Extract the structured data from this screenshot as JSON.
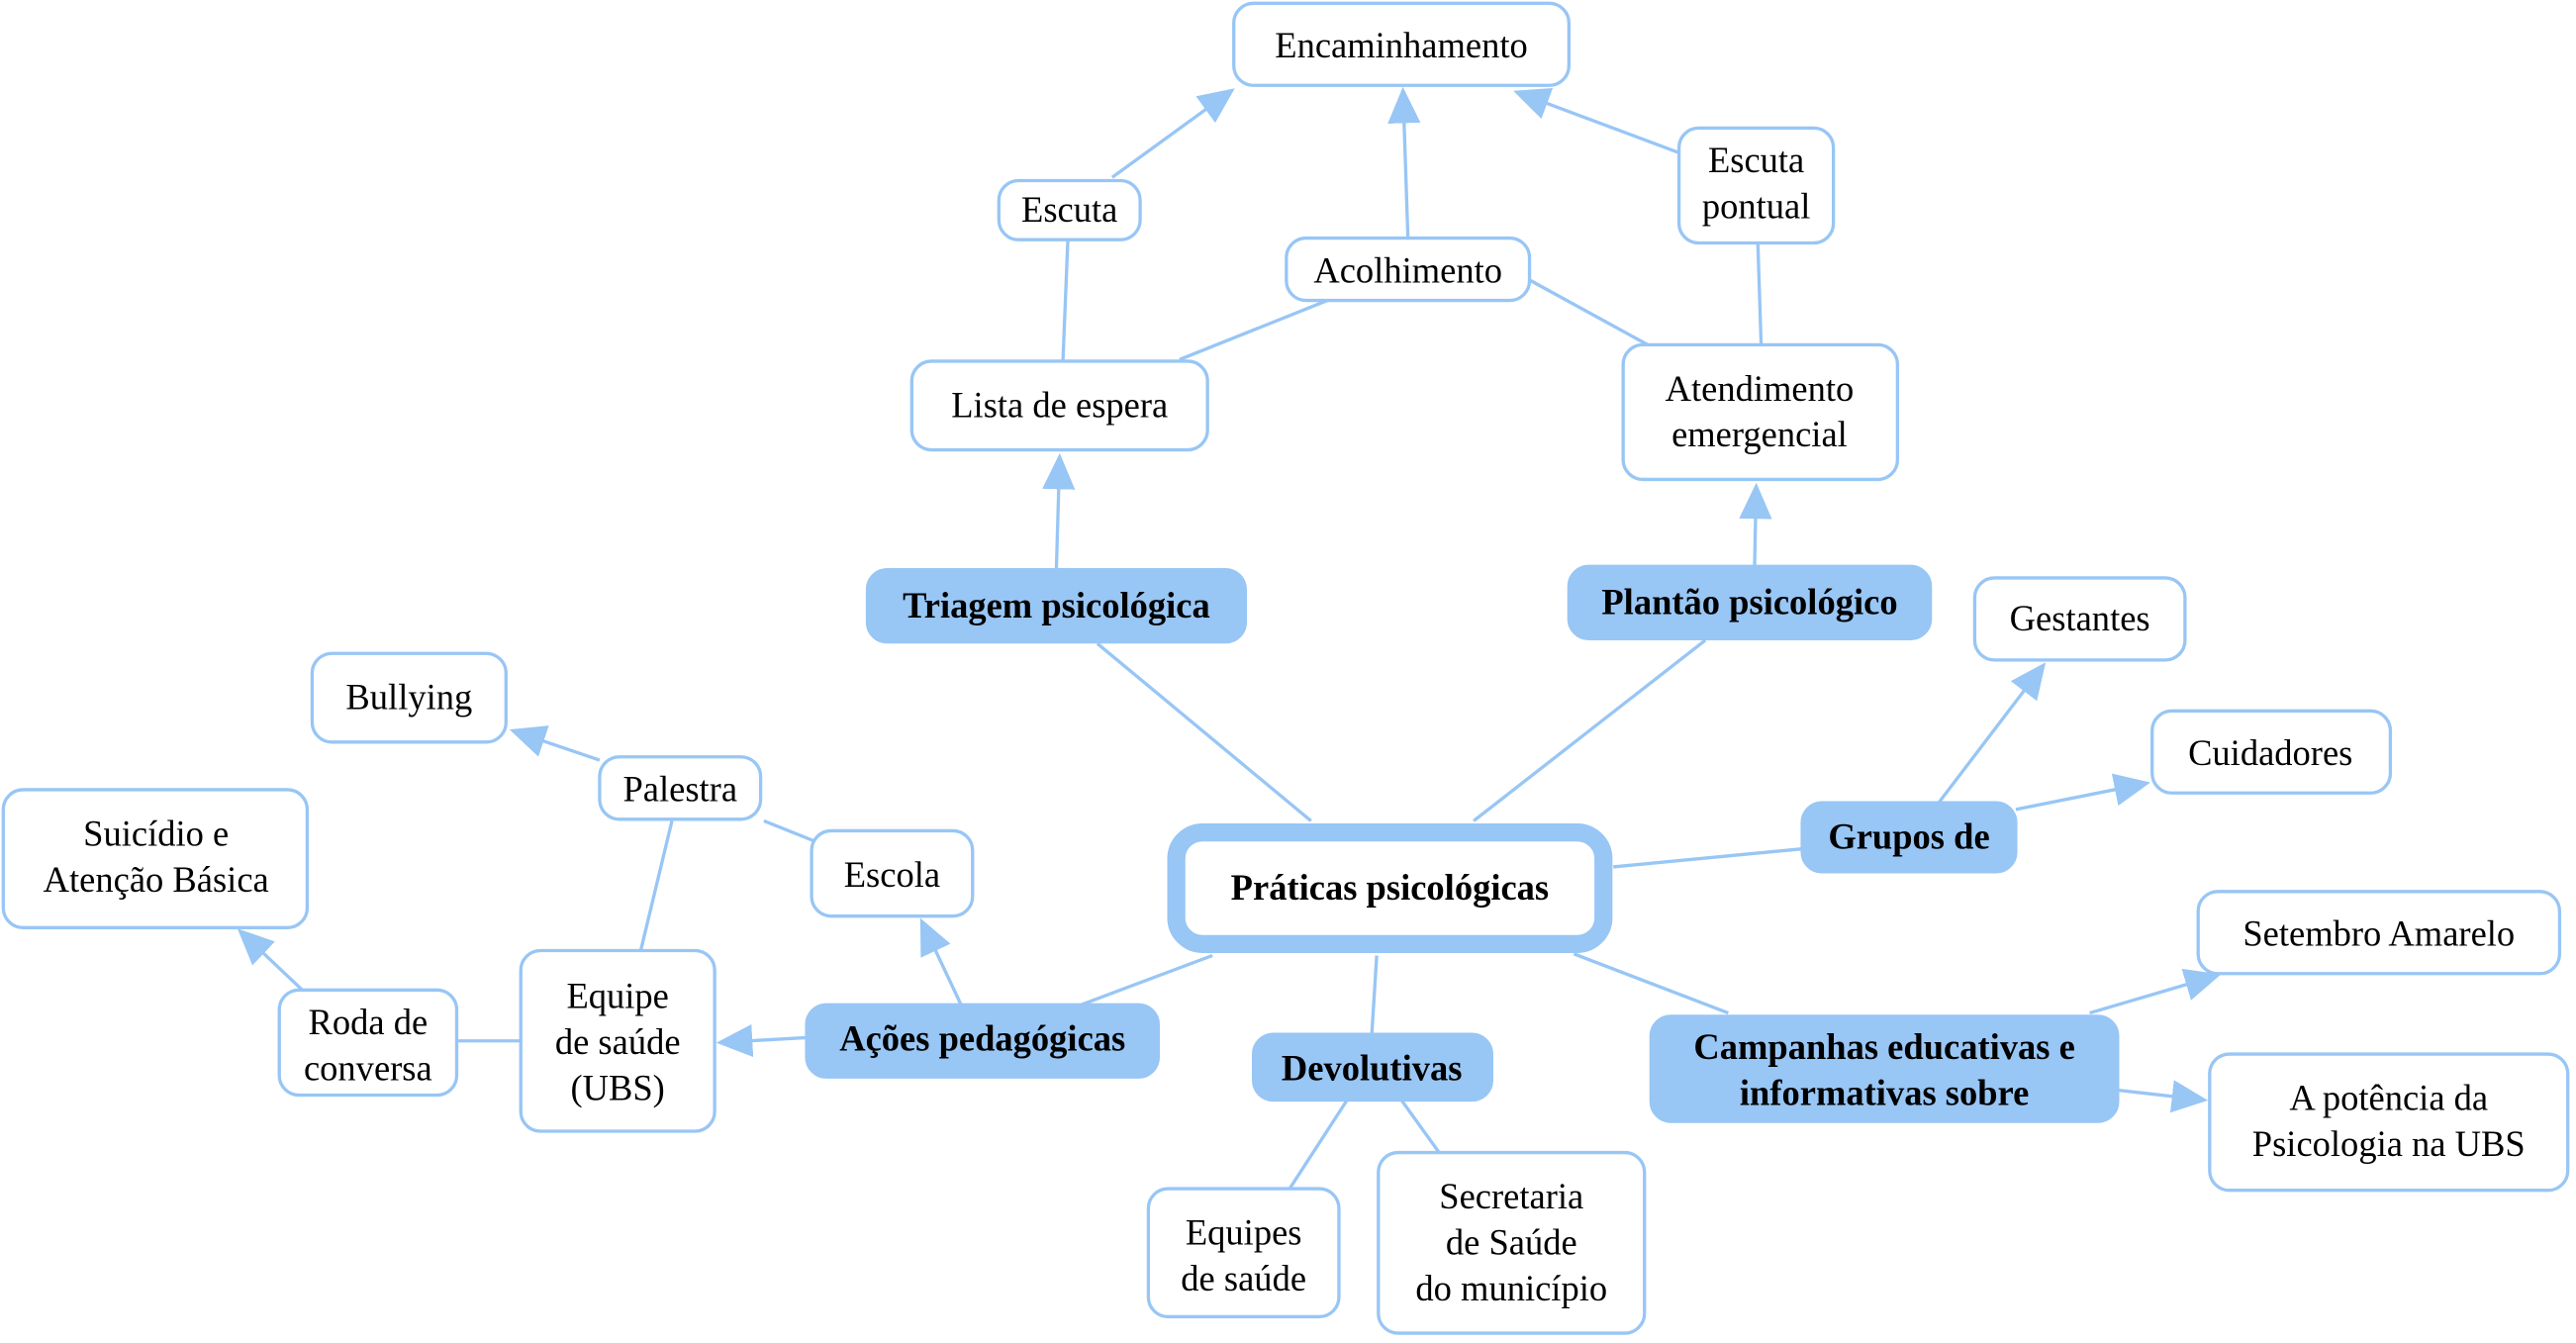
{
  "colors": {
    "accent": "#98c6f5",
    "text": "#000000",
    "background": "#ffffff"
  },
  "nodes": {
    "center": "Práticas psicológicas",
    "triagem": "Triagem psicológica",
    "plantao": "Plantão psicológico",
    "grupos": "Grupos de",
    "campanhas": [
      "Campanhas educativas e",
      "informativas sobre"
    ],
    "devolutivas": "Devolutivas",
    "acoes": "Ações pedagógicas",
    "encaminhamento": "Encaminhamento",
    "escuta": "Escuta",
    "acolhimento": "Acolhimento",
    "escuta_pontual": [
      "Escuta",
      "pontual"
    ],
    "lista_espera": "Lista de espera",
    "atendimento": [
      "Atendimento",
      "emergencial"
    ],
    "gestantes": "Gestantes",
    "cuidadores": "Cuidadores",
    "setembro": "Setembro Amarelo",
    "potencia": [
      "A potência da",
      "Psicologia na UBS"
    ],
    "equipes_saude": [
      "Equipes",
      "de saúde"
    ],
    "secretaria": [
      "Secretaria",
      "de Saúde",
      "do município"
    ],
    "escola": "Escola",
    "palestra": "Palestra",
    "bullying": "Bullying",
    "suicidio": [
      "Suicídio e",
      "Atenção Básica"
    ],
    "roda": [
      "Roda de",
      "conversa"
    ],
    "equipe_ubs": [
      "Equipe",
      "de saúde",
      "(UBS)"
    ]
  }
}
